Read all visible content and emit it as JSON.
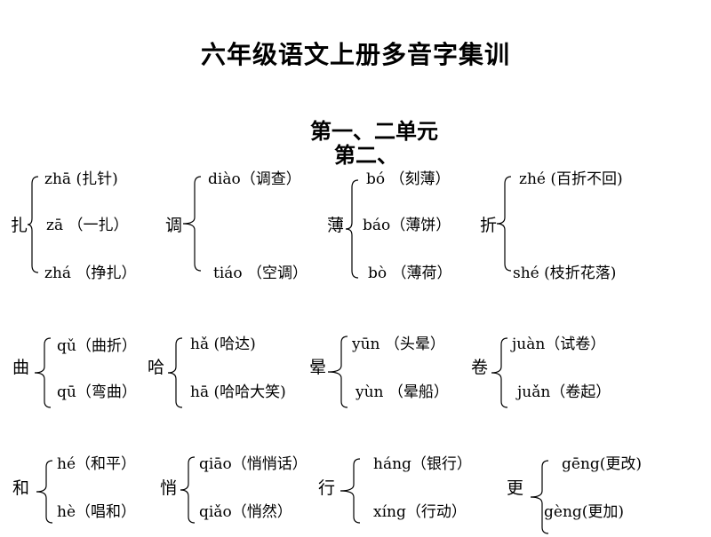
{
  "title": "六年级语文上册多音字集训",
  "subtitle": "第一、二单元",
  "subtitle2": "第二、",
  "row1": {
    "c1": {
      "char": "扎",
      "items": [
        "zhā (扎针)",
        "zā （一扎）",
        "zhá （挣扎）"
      ]
    },
    "c2": {
      "char": "调",
      "items": [
        "diào（调查）",
        "tiáo （空调）"
      ]
    },
    "c3": {
      "char": "薄",
      "items": [
        "bó （刻薄）",
        "báo（薄饼）",
        "bò （薄荷）"
      ]
    },
    "c4": {
      "char": "折",
      "items": [
        "zhé (百折不回)",
        "shé (枝折花落)"
      ]
    }
  },
  "row2": {
    "c1": {
      "char": "曲",
      "items": [
        "qǔ（曲折）",
        "qū（弯曲）"
      ]
    },
    "c2": {
      "char": "哈",
      "items": [
        "hǎ (哈达)",
        "hā (哈哈大笑)"
      ]
    },
    "c3": {
      "char": "晕",
      "items": [
        "yūn （头晕）",
        "yùn （晕船）"
      ]
    },
    "c4": {
      "char": "卷",
      "items": [
        "juàn（试卷）",
        "juǎn（卷起）"
      ]
    }
  },
  "row3": {
    "c1": {
      "char": "和",
      "items": [
        "hé（和平）",
        "hè（唱和）"
      ]
    },
    "c2": {
      "char": "悄",
      "items": [
        "qiāo（悄悄话）",
        "qiǎo（悄然）"
      ]
    },
    "c3": {
      "char": "行",
      "items": [
        "háng（银行）",
        "xíng（行动）"
      ]
    },
    "c4": {
      "char": "更",
      "items": [
        "gēng(更改)",
        "gèng(更加)"
      ]
    }
  }
}
